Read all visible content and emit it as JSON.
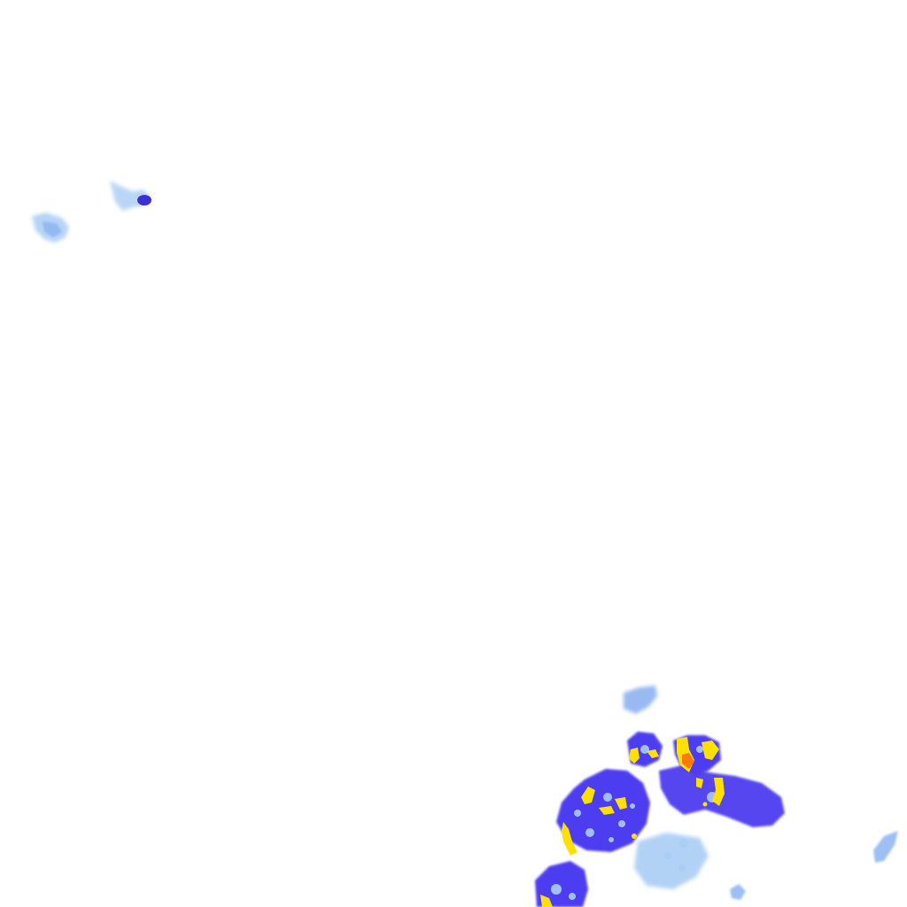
{
  "map": {
    "kind": "weather-radar-overlay",
    "background_color": "#ffffff",
    "precipitation_scale": [
      {
        "level": "light",
        "color": "#a9cdf5"
      },
      {
        "level": "light-moderate",
        "color": "#7fa8ef"
      },
      {
        "level": "moderate",
        "color": "#4e3cf0"
      },
      {
        "level": "heavy",
        "color": "#ffe000"
      },
      {
        "level": "very-heavy",
        "color": "#ff7a00"
      }
    ]
  }
}
